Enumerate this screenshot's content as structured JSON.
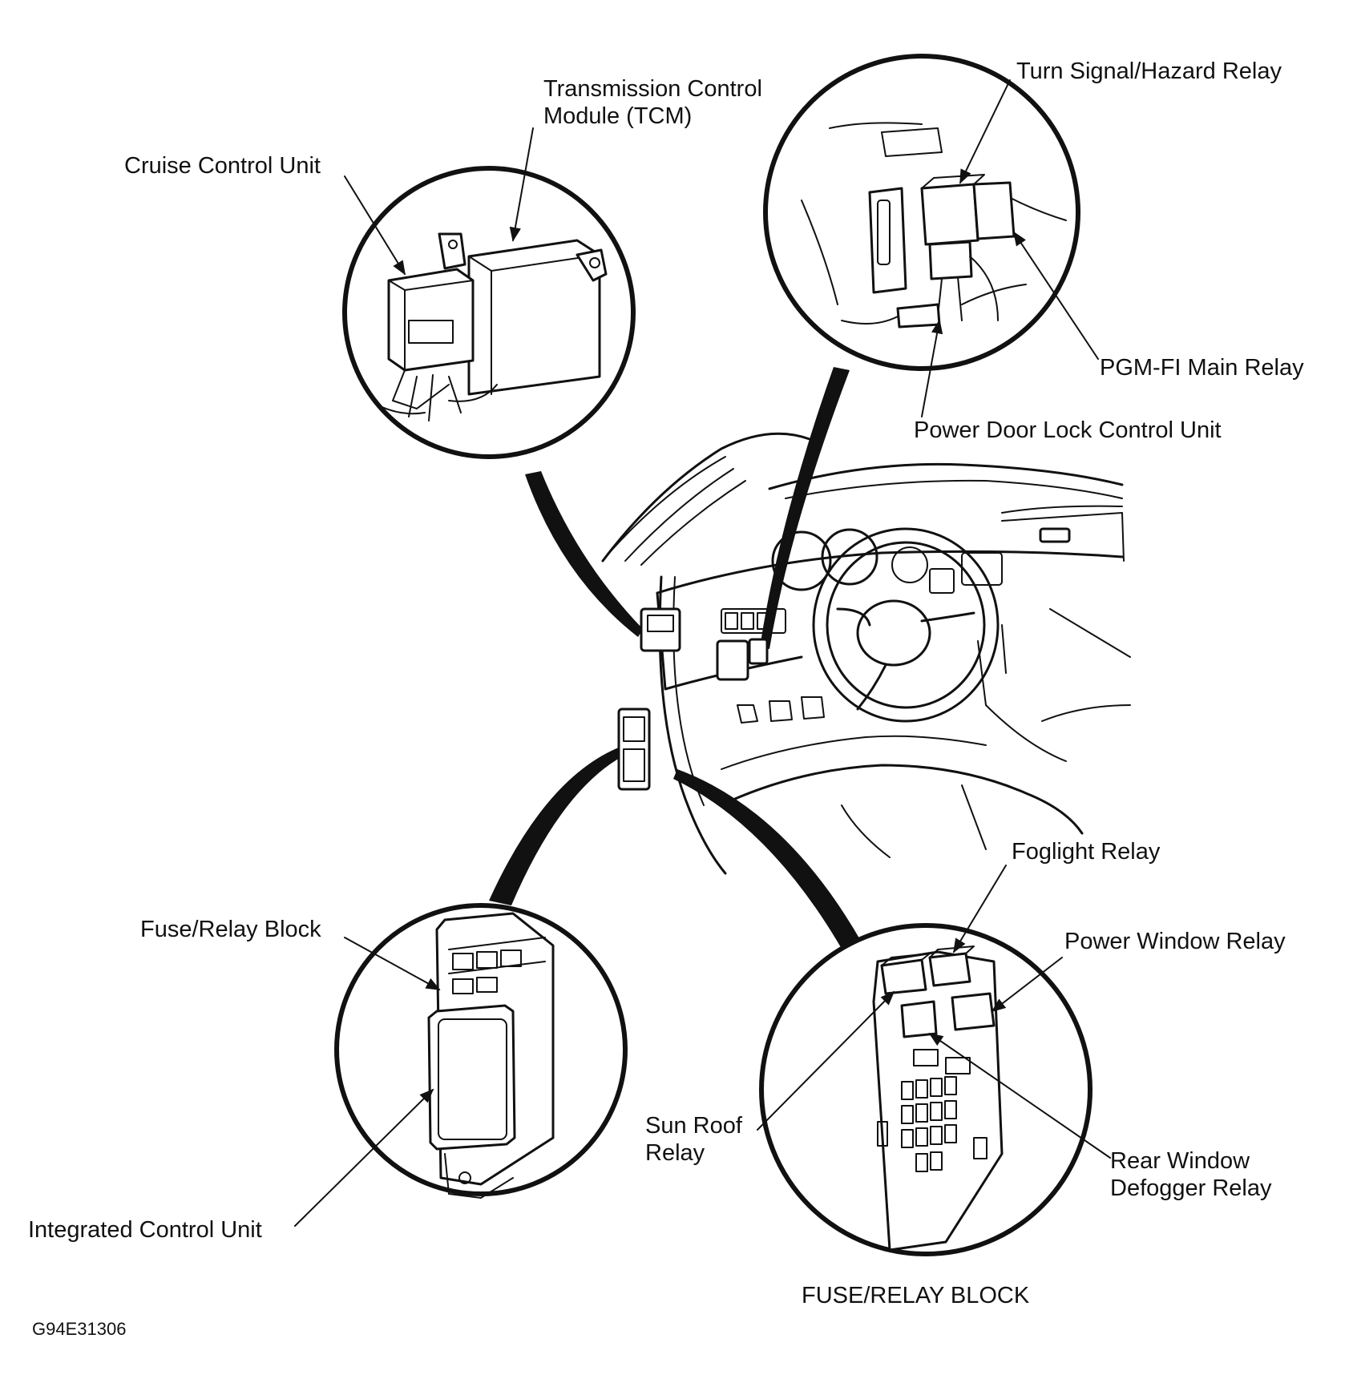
{
  "labels": {
    "tcm": "Transmission Control\nModule (TCM)",
    "cruise": "Cruise Control Unit",
    "turn_signal": "Turn Signal/Hazard Relay",
    "pgm_fi": "PGM-FI Main Relay",
    "power_door_lock": "Power Door Lock Control Unit",
    "fuse_relay_block_left": "Fuse/Relay Block",
    "integrated_control": "Integrated Control Unit",
    "foglight": "Foglight Relay",
    "power_window": "Power Window Relay",
    "sun_roof": "Sun Roof\nRelay",
    "rear_window": "Rear Window\nDefogger Relay",
    "fuse_relay_block_caption": "FUSE/RELAY BLOCK",
    "figure_code": "G94E31306"
  },
  "icons": [
    "callout-circle",
    "leader-arrow",
    "relay-box",
    "dashboard-outline"
  ]
}
